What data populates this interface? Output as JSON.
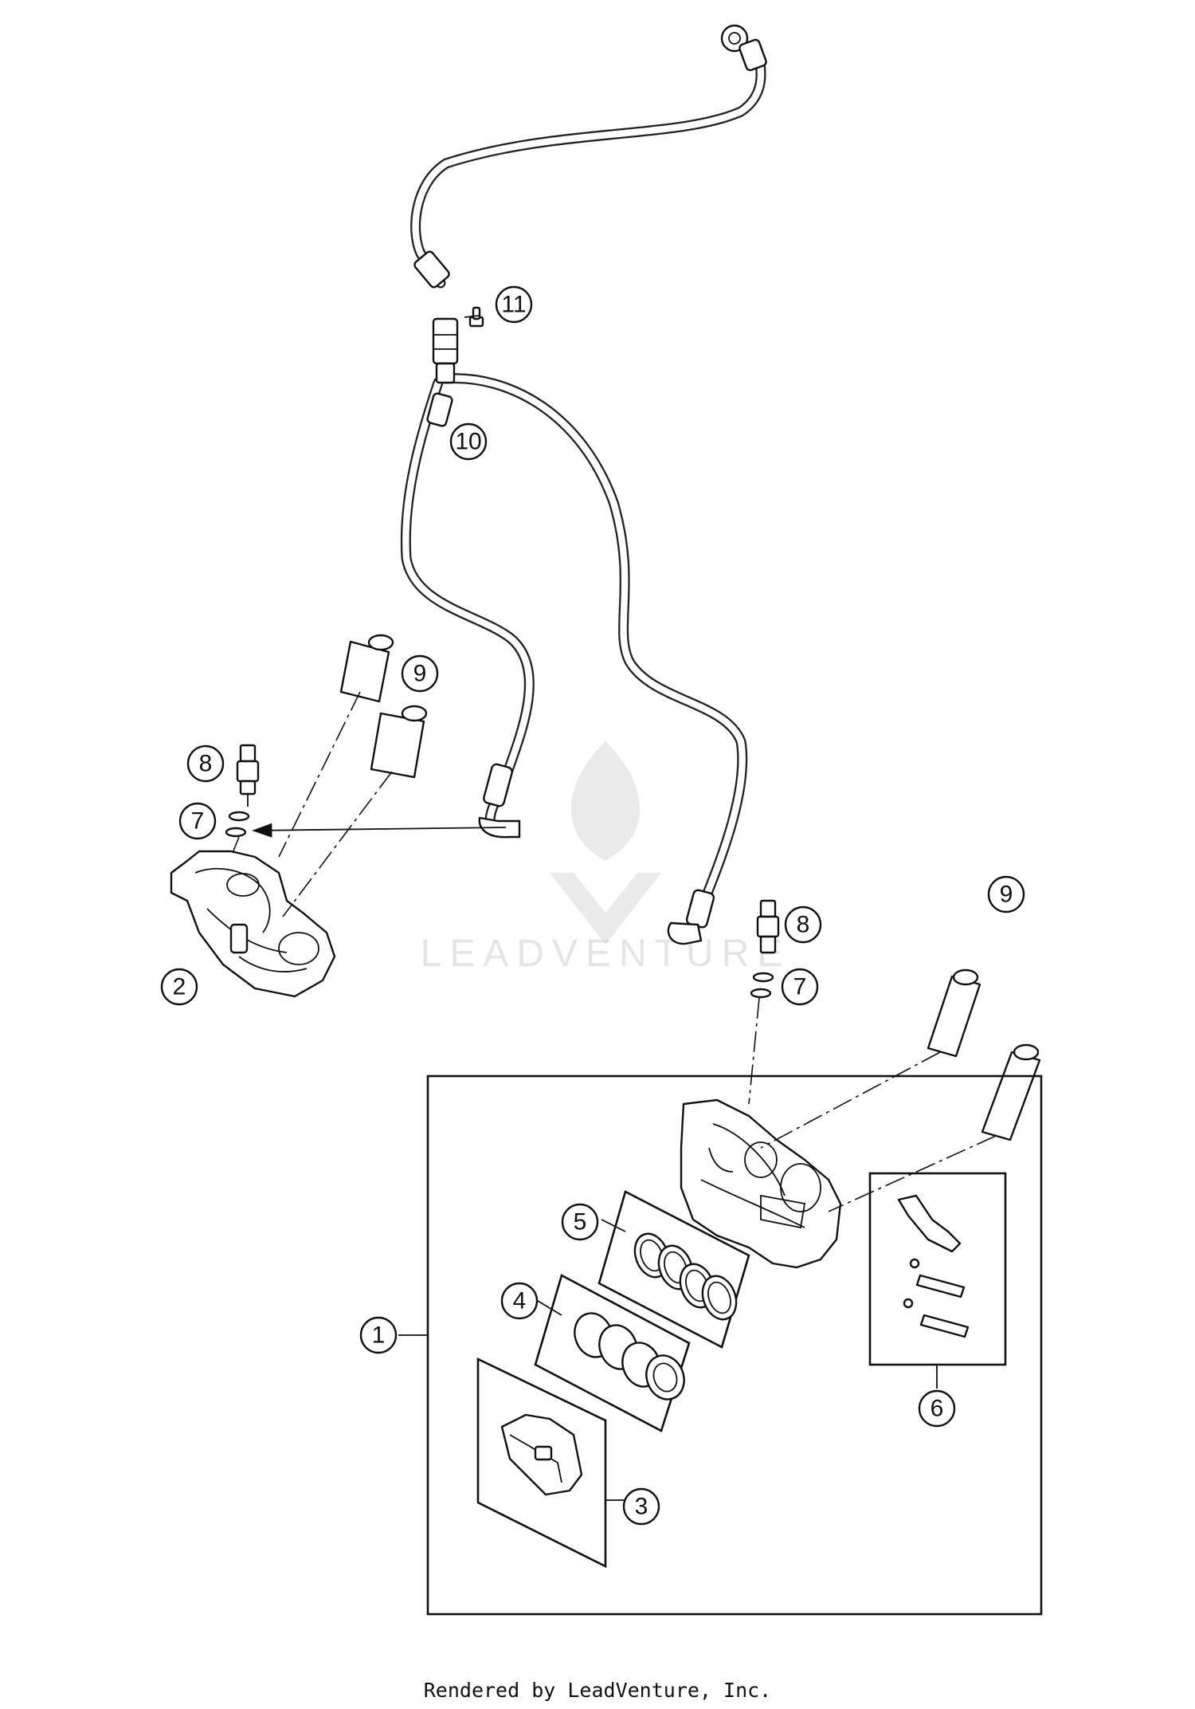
{
  "callouts": {
    "c1": "1",
    "c2": "2",
    "c3": "3",
    "c4": "4",
    "c5": "5",
    "c6": "6",
    "c7a": "7",
    "c7b": "7",
    "c8a": "8",
    "c8b": "8",
    "c9a": "9",
    "c9b": "9",
    "c10": "10",
    "c11": "11"
  },
  "watermark": {
    "text": "LEADVENTURE"
  },
  "footer": {
    "text": "Rendered by LeadVenture, Inc."
  }
}
